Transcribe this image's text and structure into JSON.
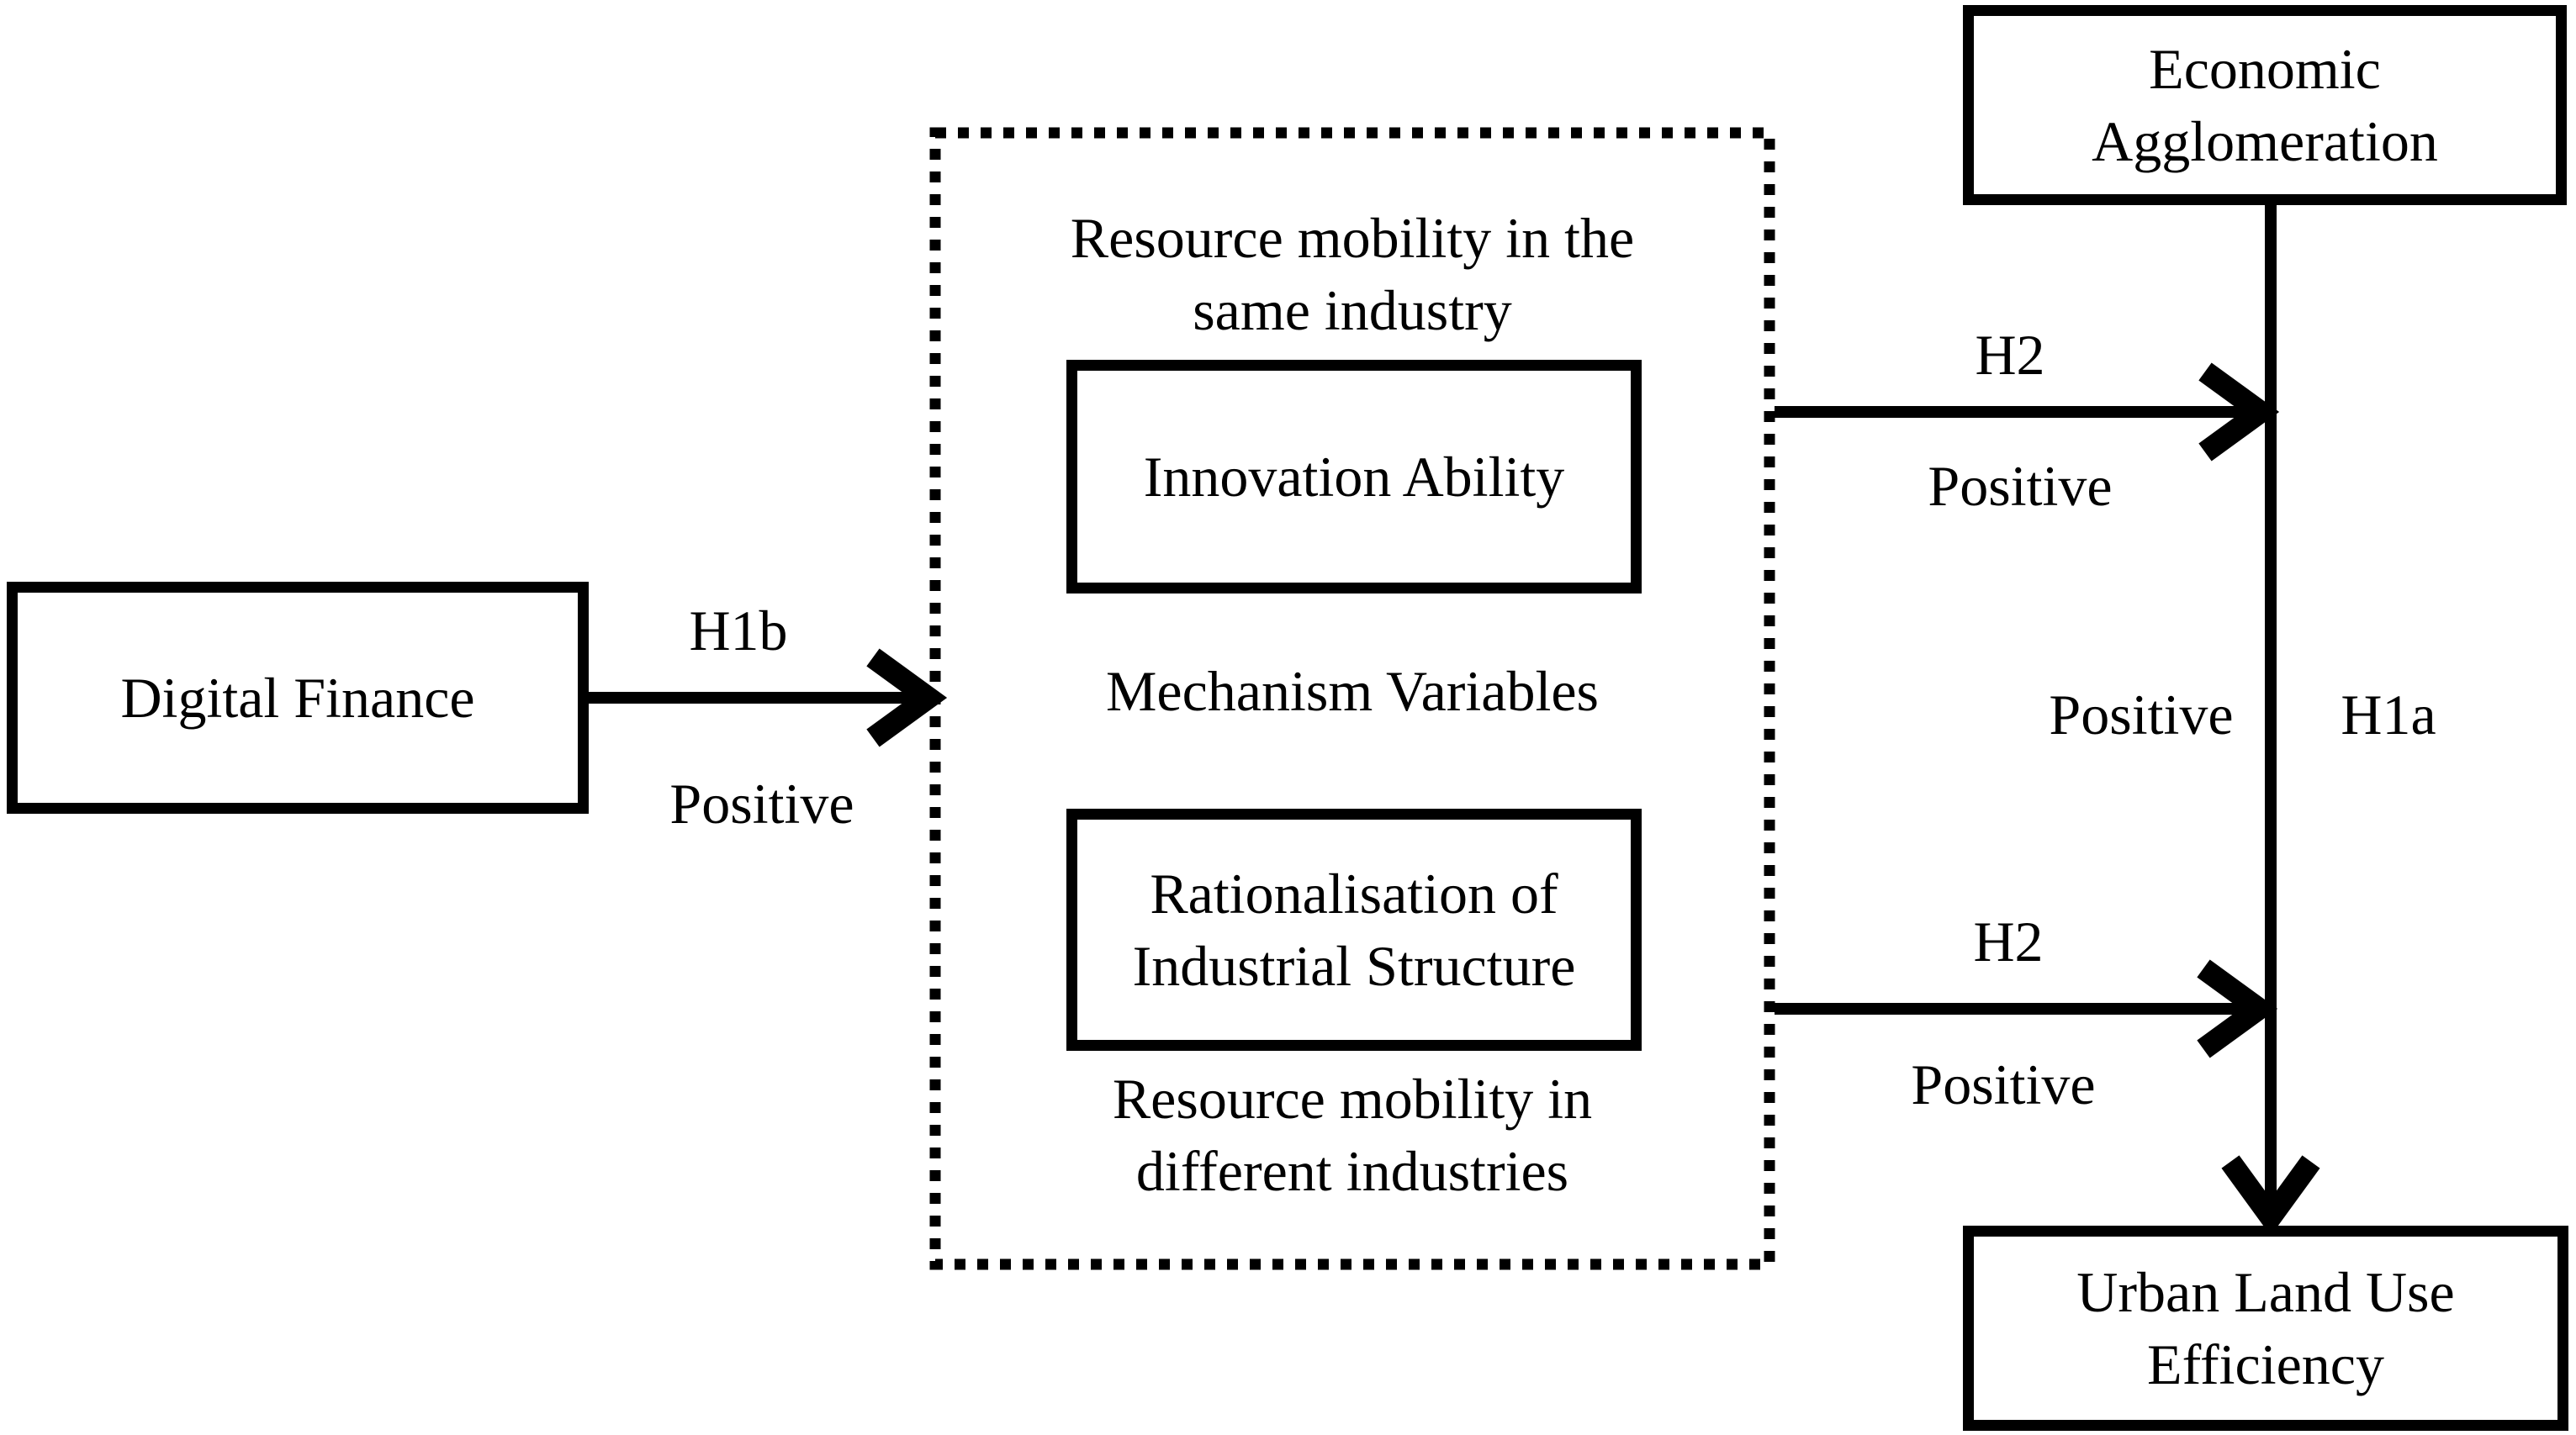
{
  "diagram": {
    "boxes": {
      "digital_finance": {
        "label": "Digital Finance"
      },
      "innovation": {
        "label": "Innovation Ability"
      },
      "rationalisation": {
        "line1": "Rationalisation of",
        "line2": "Industrial Structure"
      },
      "economic": {
        "line1": "Economic",
        "line2": "Agglomeration"
      },
      "urban": {
        "line1": "Urban Land Use",
        "line2": "Efficiency"
      }
    },
    "mechanism_group": {
      "resource_same": {
        "line1": "Resource mobility in the",
        "line2": "same industry"
      },
      "title": "Mechanism Variables",
      "resource_diff": {
        "line1": "Resource mobility in",
        "line2": "different industries"
      }
    },
    "edges": {
      "h1b": {
        "hypothesis": "H1b",
        "effect": "Positive"
      },
      "h2_upper": {
        "hypothesis": "H2",
        "effect": "Positive"
      },
      "h2_lower": {
        "hypothesis": "H2",
        "effect": "Positive"
      },
      "h1a": {
        "hypothesis": "H1a",
        "effect": "Positive"
      }
    },
    "colors": {
      "ink": "#000000",
      "background": "#ffffff"
    }
  }
}
